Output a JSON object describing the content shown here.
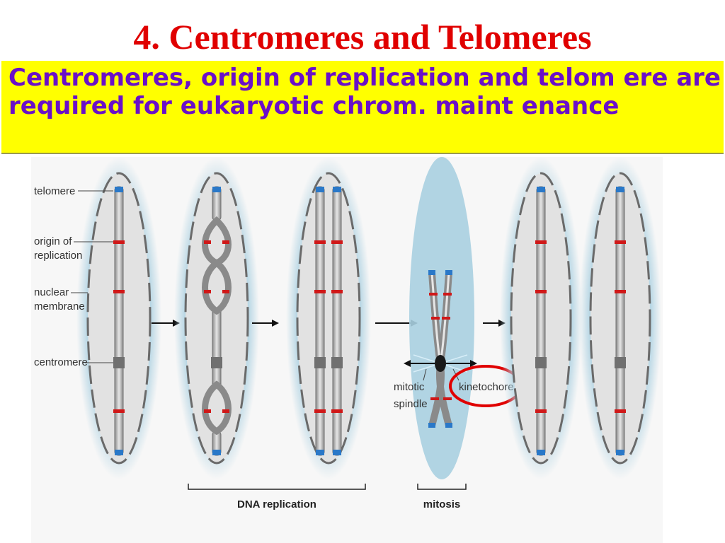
{
  "title": "4. Centromeres and Telomeres",
  "highlight": "Centromeres, origin of replication and telom ere are required for eukaryotic chrom. maint enance",
  "diagram": {
    "labels": {
      "telomere": "telomere",
      "origin_line1": "origin of",
      "origin_line2": "replication",
      "nuclear_line1": "nuclear",
      "nuclear_line2": "membrane",
      "centromere": "centromere",
      "mitotic_line1": "mitotic",
      "mitotic_line2": "spindle",
      "kinetochore": "kinetochore",
      "dna_replication": "DNA replication",
      "mitosis": "mitosis"
    },
    "colors": {
      "title": "#e00000",
      "highlight_bg": "#ffff00",
      "highlight_text": "#6a10c8",
      "telomere": "#2a78c8",
      "origin": "#d01818",
      "centromere": "#707070",
      "glow": "#a9cfe0",
      "annotation_circle": "#e00000"
    }
  }
}
